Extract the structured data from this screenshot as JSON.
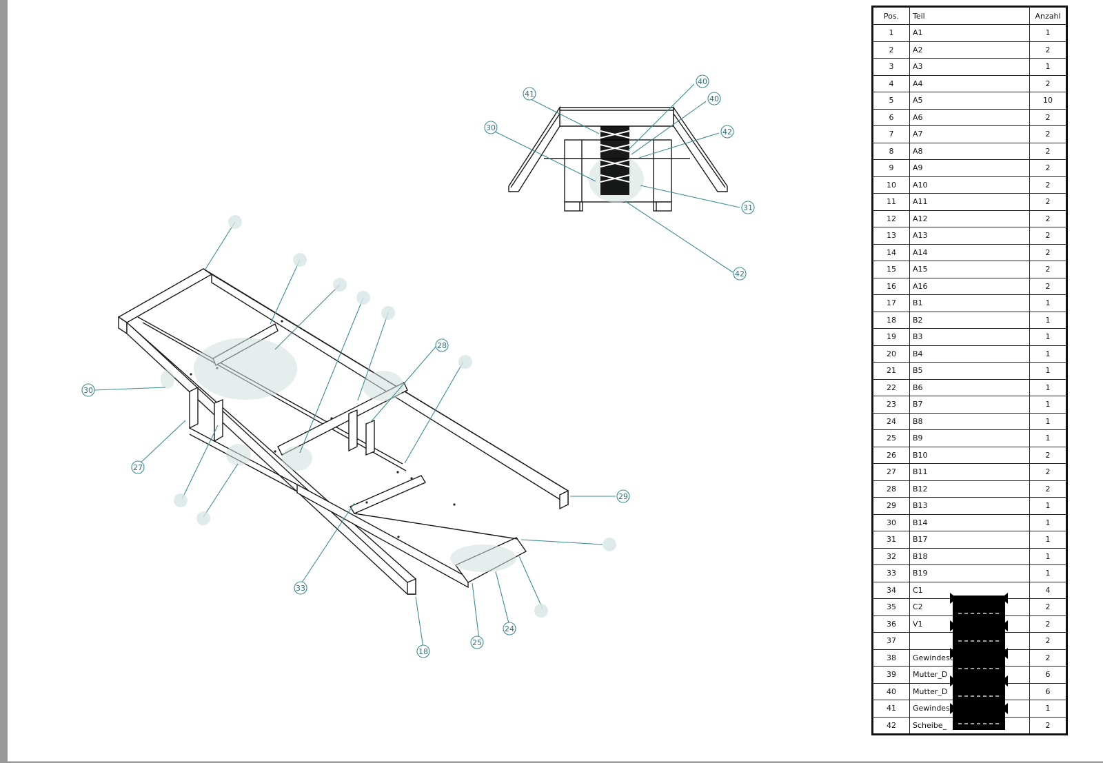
{
  "bom": {
    "headers": {
      "pos": "Pos.",
      "teil": "Teil",
      "anzahl": "Anzahl"
    },
    "rows": [
      {
        "pos": "1",
        "teil": "A1",
        "anzahl": "1"
      },
      {
        "pos": "2",
        "teil": "A2",
        "anzahl": "2"
      },
      {
        "pos": "3",
        "teil": "A3",
        "anzahl": "1"
      },
      {
        "pos": "4",
        "teil": "A4",
        "anzahl": "2"
      },
      {
        "pos": "5",
        "teil": "A5",
        "anzahl": "10"
      },
      {
        "pos": "6",
        "teil": "A6",
        "anzahl": "2"
      },
      {
        "pos": "7",
        "teil": "A7",
        "anzahl": "2"
      },
      {
        "pos": "8",
        "teil": "A8",
        "anzahl": "2"
      },
      {
        "pos": "9",
        "teil": "A9",
        "anzahl": "2"
      },
      {
        "pos": "10",
        "teil": "A10",
        "anzahl": "2"
      },
      {
        "pos": "11",
        "teil": "A11",
        "anzahl": "2"
      },
      {
        "pos": "12",
        "teil": "A12",
        "anzahl": "2"
      },
      {
        "pos": "13",
        "teil": "A13",
        "anzahl": "2"
      },
      {
        "pos": "14",
        "teil": "A14",
        "anzahl": "2"
      },
      {
        "pos": "15",
        "teil": "A15",
        "anzahl": "2"
      },
      {
        "pos": "16",
        "teil": "A16",
        "anzahl": "2"
      },
      {
        "pos": "17",
        "teil": "B1",
        "anzahl": "1"
      },
      {
        "pos": "18",
        "teil": "B2",
        "anzahl": "1"
      },
      {
        "pos": "19",
        "teil": "B3",
        "anzahl": "1"
      },
      {
        "pos": "20",
        "teil": "B4",
        "anzahl": "1"
      },
      {
        "pos": "21",
        "teil": "B5",
        "anzahl": "1"
      },
      {
        "pos": "22",
        "teil": "B6",
        "anzahl": "1"
      },
      {
        "pos": "23",
        "teil": "B7",
        "anzahl": "1"
      },
      {
        "pos": "24",
        "teil": "B8",
        "anzahl": "1"
      },
      {
        "pos": "25",
        "teil": "B9",
        "anzahl": "1"
      },
      {
        "pos": "26",
        "teil": "B10",
        "anzahl": "2"
      },
      {
        "pos": "27",
        "teil": "B11",
        "anzahl": "2"
      },
      {
        "pos": "28",
        "teil": "B12",
        "anzahl": "2"
      },
      {
        "pos": "29",
        "teil": "B13",
        "anzahl": "1"
      },
      {
        "pos": "30",
        "teil": "B14",
        "anzahl": "1"
      },
      {
        "pos": "31",
        "teil": "B17",
        "anzahl": "1"
      },
      {
        "pos": "32",
        "teil": "B18",
        "anzahl": "1"
      },
      {
        "pos": "33",
        "teil": "B19",
        "anzahl": "1"
      },
      {
        "pos": "34",
        "teil": "C1",
        "anzahl": "4"
      },
      {
        "pos": "35",
        "teil": "C2",
        "anzahl": "2"
      },
      {
        "pos": "36",
        "teil": "V1",
        "anzahl": "2"
      },
      {
        "pos": "37",
        "teil": "",
        "anzahl": "2"
      },
      {
        "pos": "38",
        "teil": "Gewindest",
        "anzahl": "2"
      },
      {
        "pos": "39",
        "teil": "Mutter_D",
        "anzahl": "6"
      },
      {
        "pos": "40",
        "teil": "Mutter_D",
        "anzahl": "6"
      },
      {
        "pos": "41",
        "teil": "Gewindes",
        "anzahl": "1"
      },
      {
        "pos": "42",
        "teil": "Scheibe_",
        "anzahl": "2"
      }
    ]
  },
  "front_view_balloons": [
    "41",
    "40",
    "40",
    "42",
    "30",
    "31",
    "42"
  ],
  "iso_view_balloons": [
    "28",
    "30",
    "27",
    "29",
    "33",
    "18",
    "25",
    "24"
  ]
}
